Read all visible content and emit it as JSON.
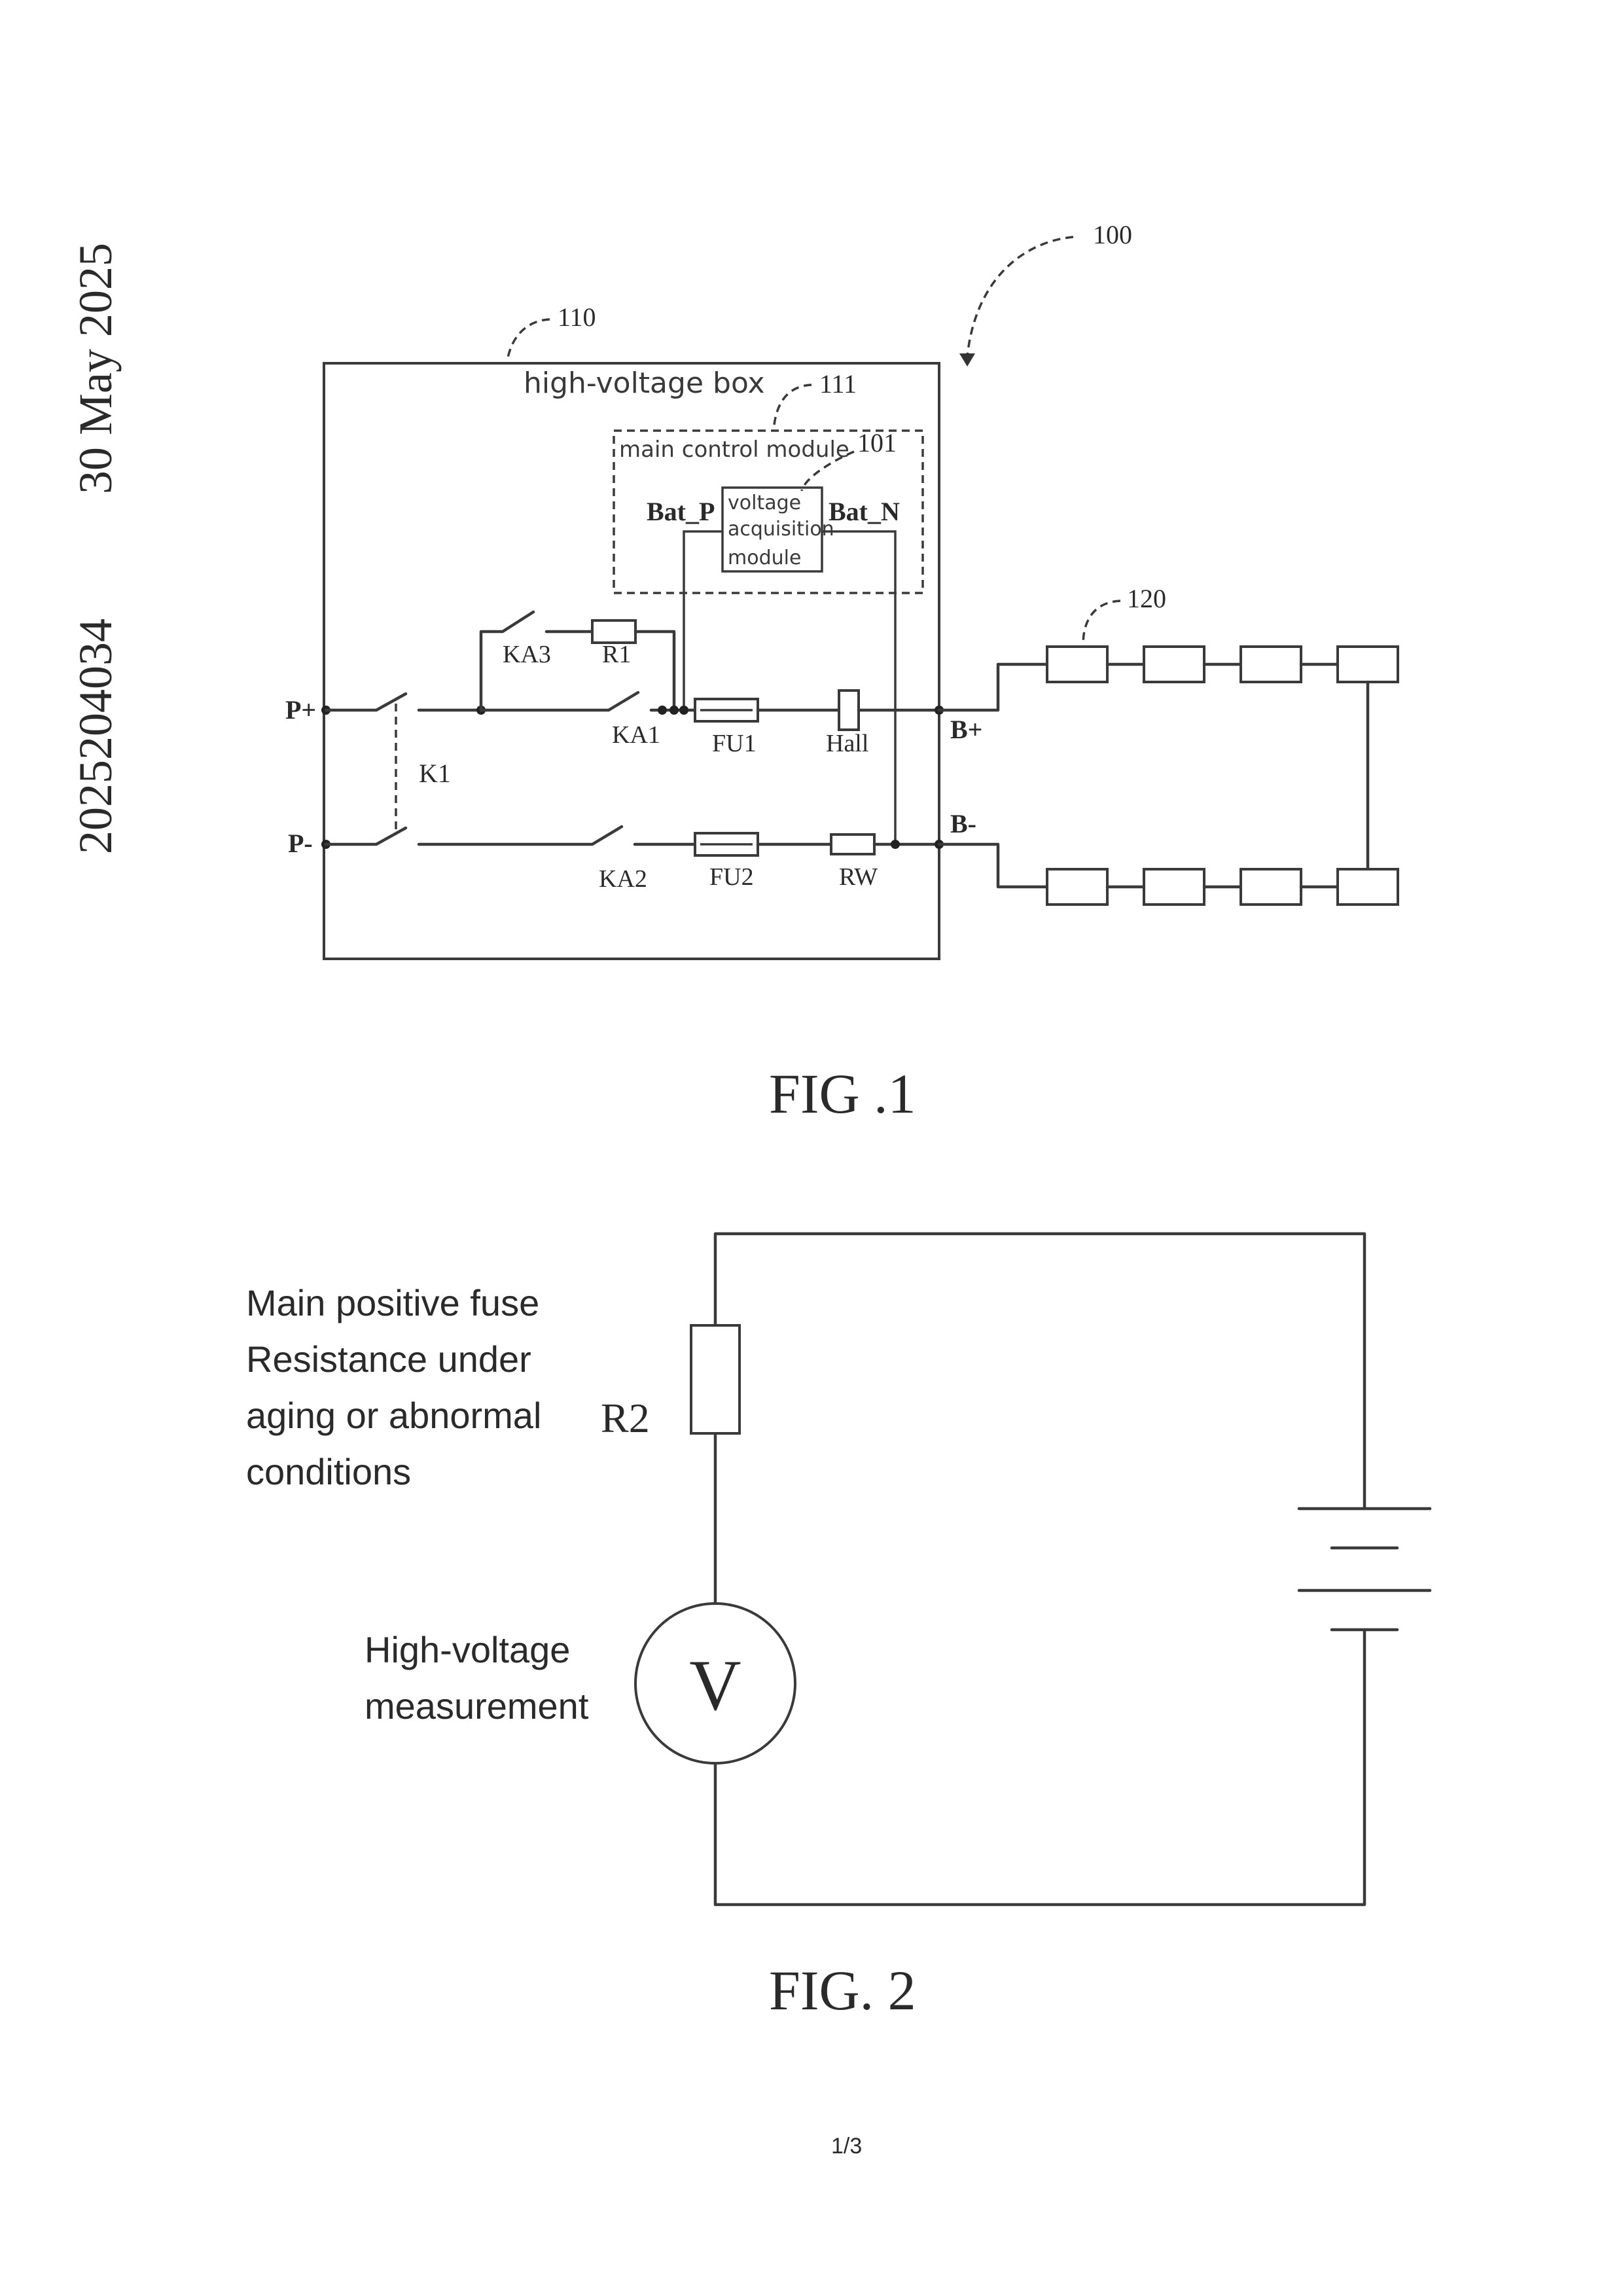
{
  "margin_text": {
    "date": "30 May 2025",
    "number": "2025204034"
  },
  "fig1": {
    "ref_system": "100",
    "ref_box": "110",
    "box_title": "high-voltage box",
    "ref_module": "111",
    "module_title": "main control module",
    "ref_acq": "101",
    "acq_line1": "voltage",
    "acq_line2": "acquisition",
    "acq_line3": "module",
    "bat_p": "Bat_P",
    "bat_n": "Bat_N",
    "ref_pack": "120",
    "p_plus": "P+",
    "p_minus": "P-",
    "b_plus": "B+",
    "b_minus": "B-",
    "k1": "K1",
    "ka1": "KA1",
    "ka2": "KA2",
    "ka3": "KA3",
    "r1": "R1",
    "fu1": "FU1",
    "fu2": "FU2",
    "hall": "Hall",
    "rw": "RW",
    "caption": "FIG .1"
  },
  "fig2": {
    "fuse_line1": "Main positive fuse",
    "fuse_line2": "Resistance under",
    "fuse_line3": "aging or abnormal",
    "fuse_line4": "conditions",
    "r2": "R2",
    "hv_line1": "High-voltage",
    "hv_line2": "measurement",
    "meter": "V",
    "caption": "FIG. 2"
  },
  "page_number": "1/3"
}
